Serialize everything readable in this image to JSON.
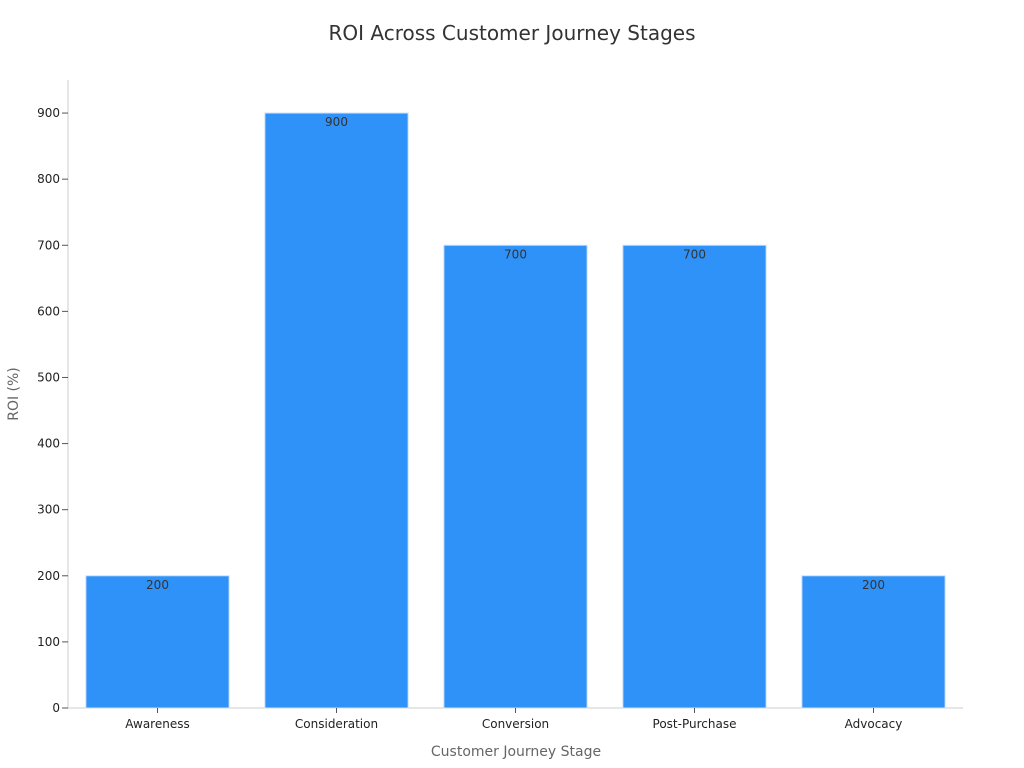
{
  "chart_data": {
    "type": "bar",
    "title": "ROI Across Customer Journey Stages",
    "xlabel": "Customer Journey Stage",
    "ylabel": "ROI (%)",
    "categories": [
      "Awareness",
      "Consideration",
      "Conversion",
      "Post-Purchase",
      "Advocacy"
    ],
    "values": [
      200,
      900,
      700,
      700,
      200
    ],
    "data_labels": [
      "200",
      "900",
      "700",
      "700",
      "200"
    ],
    "ylim": [
      0,
      950
    ],
    "yticks": [
      0,
      100,
      200,
      300,
      400,
      500,
      600,
      700,
      800,
      900
    ],
    "grid": false,
    "legend": "none",
    "bar_color": "#2F92F8",
    "bar_edge_color": "#C8DEF8"
  }
}
